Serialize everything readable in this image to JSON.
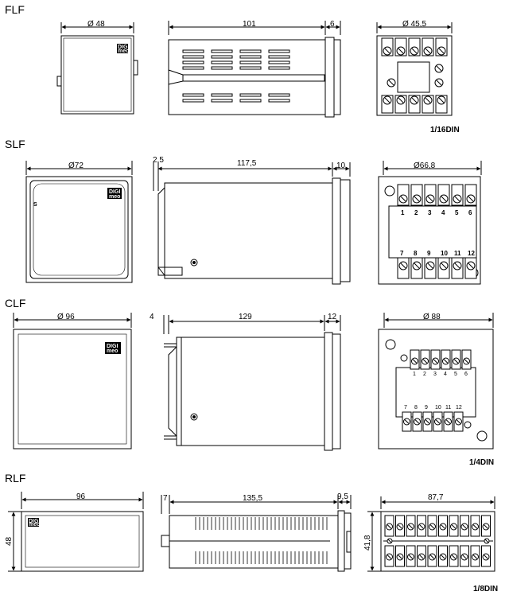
{
  "sections": {
    "flf": {
      "label": "FLF",
      "front_width": "Ø 48",
      "side_depth": "101",
      "side_bezel": "6",
      "back_width": "Ø 45,5",
      "din": "1/16DIN"
    },
    "slf": {
      "label": "SLF",
      "front_width": "Ø72",
      "side_gap": "2,5",
      "side_depth": "117,5",
      "side_bezel": "10",
      "back_width": "Ø66,8",
      "front_mark": "S",
      "terminals_top": [
        "1",
        "2",
        "3",
        "4",
        "5",
        "6"
      ],
      "terminals_bottom": [
        "7",
        "8",
        "9",
        "10",
        "11",
        "12"
      ]
    },
    "clf": {
      "label": "CLF",
      "front_width": "Ø 96",
      "side_gap": "4",
      "side_depth": "129",
      "side_bezel": "12",
      "back_width": "Ø 88",
      "terminals_top": [
        "1",
        "2",
        "3",
        "4",
        "5",
        "6"
      ],
      "terminals_bottom": [
        "7",
        "8",
        "9",
        "10",
        "11",
        "12"
      ],
      "din": "1/4DIN"
    },
    "rlf": {
      "label": "RLF",
      "front_width": "96",
      "front_height": "48",
      "side_gap": "7",
      "side_depth": "135,5",
      "side_bezel": "9,5",
      "back_width": "87,7",
      "back_height": "41,8",
      "din": "1/8DIN"
    }
  },
  "logo": {
    "line1": "DIGI",
    "line2": "meo"
  }
}
